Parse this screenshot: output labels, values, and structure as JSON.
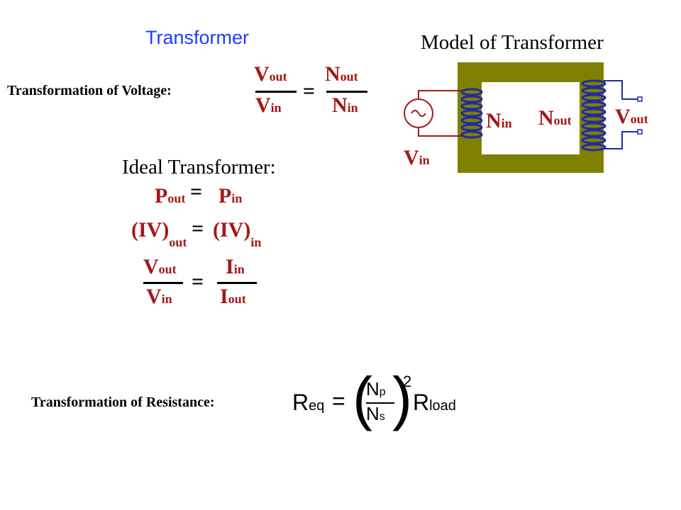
{
  "slide": {
    "title": "Transformer",
    "voltage_label": "Transformation of Voltage:",
    "resistance_label": "Transformation of Resistance:"
  },
  "voltage_formula": {
    "num_left": "V",
    "num_left_sub": "out",
    "den_left": "V",
    "den_left_sub": "in",
    "equals": "=",
    "num_right": "N",
    "num_right_sub": "out",
    "den_right": "N",
    "den_right_sub": "in"
  },
  "ideal": {
    "heading": "Ideal Transformer:",
    "line1": {
      "left": "P",
      "left_sub": "out",
      "equals": "=",
      "right": "P",
      "right_sub": "in"
    },
    "line2": {
      "left": "(IV)",
      "left_sub": "out",
      "equals": "=",
      "right": "(IV)",
      "right_sub": "in"
    },
    "line3": {
      "num_left": "V",
      "num_left_sub": "out",
      "den_left": "V",
      "den_left_sub": "in",
      "equals": "=",
      "num_right": "I",
      "num_right_sub": "in",
      "den_right": "I",
      "den_right_sub": "out"
    }
  },
  "model": {
    "heading": "Model of Transformer",
    "vin": "V",
    "vin_sub": "in",
    "nin": "N",
    "nin_sub": "in",
    "nout": "N",
    "nout_sub": "out",
    "vout": "V",
    "vout_sub": "out",
    "core_color": "#808000",
    "coil_color": "#1f2aa8",
    "wire_color": "#a61717"
  },
  "resistance_formula": {
    "lhs": "R",
    "lhs_sub": "eq",
    "equals": "=",
    "num": "N",
    "num_sub": "p",
    "den": "N",
    "den_sub": "s",
    "power": "2",
    "rhs": "R",
    "rhs_sub": "load"
  }
}
